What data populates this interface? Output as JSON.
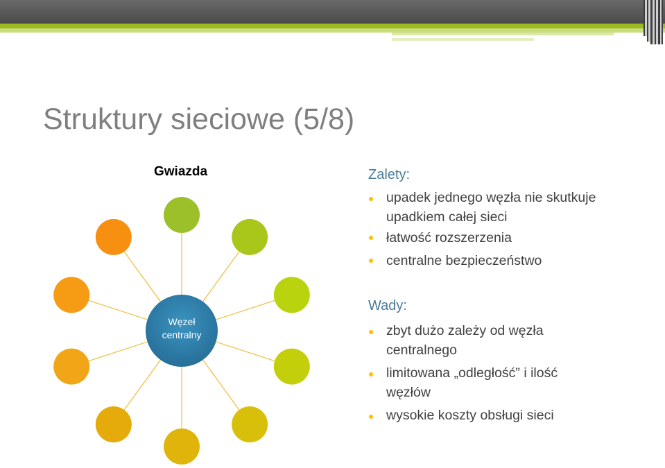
{
  "slide": {
    "title": "Struktury sieciowe (5/8)"
  },
  "diagram": {
    "label": "Gwiazda",
    "hub": {
      "line1": "Węzeł",
      "line2": "centralny",
      "color": "#2f7fa8"
    },
    "nodes": [
      {
        "color": "#9cc02a"
      },
      {
        "color": "#a9c71b"
      },
      {
        "color": "#b9d40e"
      },
      {
        "color": "#c4cf0c"
      },
      {
        "color": "#d8c00a"
      },
      {
        "color": "#e0b40a"
      },
      {
        "color": "#e4ab0a"
      },
      {
        "color": "#f0a616"
      },
      {
        "color": "#f59c14"
      },
      {
        "color": "#f78f10"
      }
    ],
    "connector_color": "#f0c24a"
  },
  "advantages": {
    "heading": "Zalety:",
    "items": [
      {
        "line1": "upadek jednego węzła nie skutkuje",
        "line2": "upadkiem całej sieci"
      },
      {
        "line1": "łatwość rozszerzenia"
      },
      {
        "line1": "centralne bezpieczeństwo"
      }
    ]
  },
  "disadvantages": {
    "heading": "Wady:",
    "items": [
      {
        "line1": "zbyt dużo zależy od węzła",
        "line2": "centralnego"
      },
      {
        "line1": "limitowana „odległość” i ilość",
        "line2": "węzłów"
      },
      {
        "line1": "wysokie koszty obsługi sieci"
      }
    ]
  },
  "theme": {
    "bar_dark": "#595959",
    "bar_green": "#9bbb1e",
    "bar_light_green": "#c6d97a",
    "title_color": "#7f7f7f",
    "heading_color": "#4a7a98",
    "bullet_color": "#ffc000"
  }
}
